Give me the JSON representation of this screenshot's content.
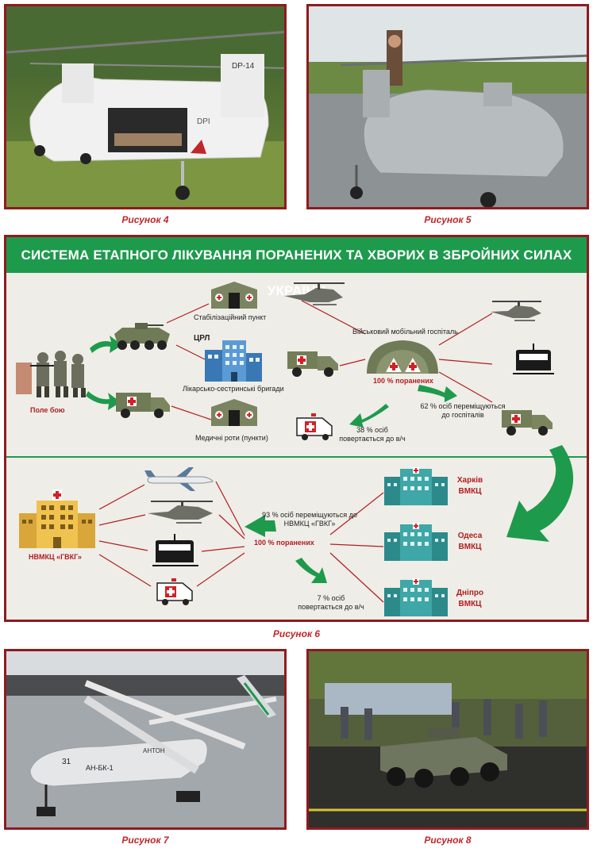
{
  "figures": {
    "fig4": "Рисунок 4",
    "fig5": "Рисунок 5",
    "fig6": "Рисунок 6",
    "fig7": "Рисунок 7",
    "fig8": "Рисунок 8"
  },
  "photo_text": {
    "dp14": "DP-14",
    "dpi": "DPI",
    "an_bk": "АН-БК-1",
    "an_num": "31",
    "antonov": "АНТОН"
  },
  "diagram": {
    "title": "СИСТЕМА ЕТАПНОГО ЛІКУВАННЯ ПОРАНЕНИХ ТА ХВОРИХ В ЗБРОЙНИХ СИЛАХ УКРАЇНИ",
    "top": {
      "battlefield": "Поле бою",
      "stab_point": "Стабілізаційний пункт",
      "crl": "ЦРЛ",
      "brigades": "Лікарсько-сестринські бригади",
      "med_companies": "Медичні роти (пункти)",
      "mobile_hospital": "Військовий мобільний госпіталь",
      "wounded_100": "100 % поранених",
      "return_38": "38 % осіб повертається до в/ч",
      "move_62": "62 % осіб переміщуються до госпіталів"
    },
    "bottom": {
      "nvmkc": "НВМКЦ «ГВКГ»",
      "move_93": "93 % осіб переміщуються до НВМКЦ «ГВКГ»",
      "wounded_100": "100 % поранених",
      "return_7": "7 % осіб повертається до в/ч",
      "kharkiv": "Харків",
      "odesa": "Одеса",
      "dnipro": "Дніпро",
      "vmkc": "ВМКЦ"
    }
  },
  "colors": {
    "frame": "#8e1b1f",
    "caption": "#c0262a",
    "banner": "#1e9a4d",
    "arrow": "#1e9a4d",
    "line": "#b01e22"
  }
}
